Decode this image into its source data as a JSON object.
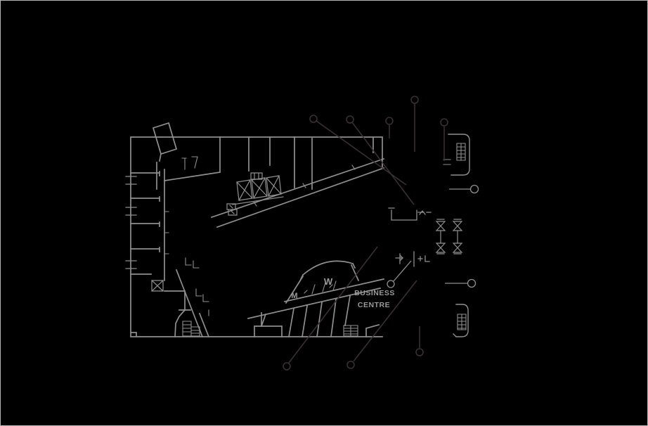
{
  "drawing": {
    "type": "architectural-floor-plan",
    "labels": {
      "business_line1": "BUSINESS",
      "business_line2": "CENTRE",
      "restroom_w": "W",
      "restroom_m": "M"
    },
    "colors": {
      "background": "#000000",
      "frame_border": "#b5b5b5",
      "plan_lines": "#8f8f8f",
      "leader_dark": "#3a3232",
      "leader_gray": "#8f8f8f",
      "label_text": "#9a9a9a"
    },
    "callouts": {
      "top_circle_count": 5,
      "bottom_circle_count": 3,
      "right_circle_count": 2,
      "interior_circle_count": 1
    }
  }
}
